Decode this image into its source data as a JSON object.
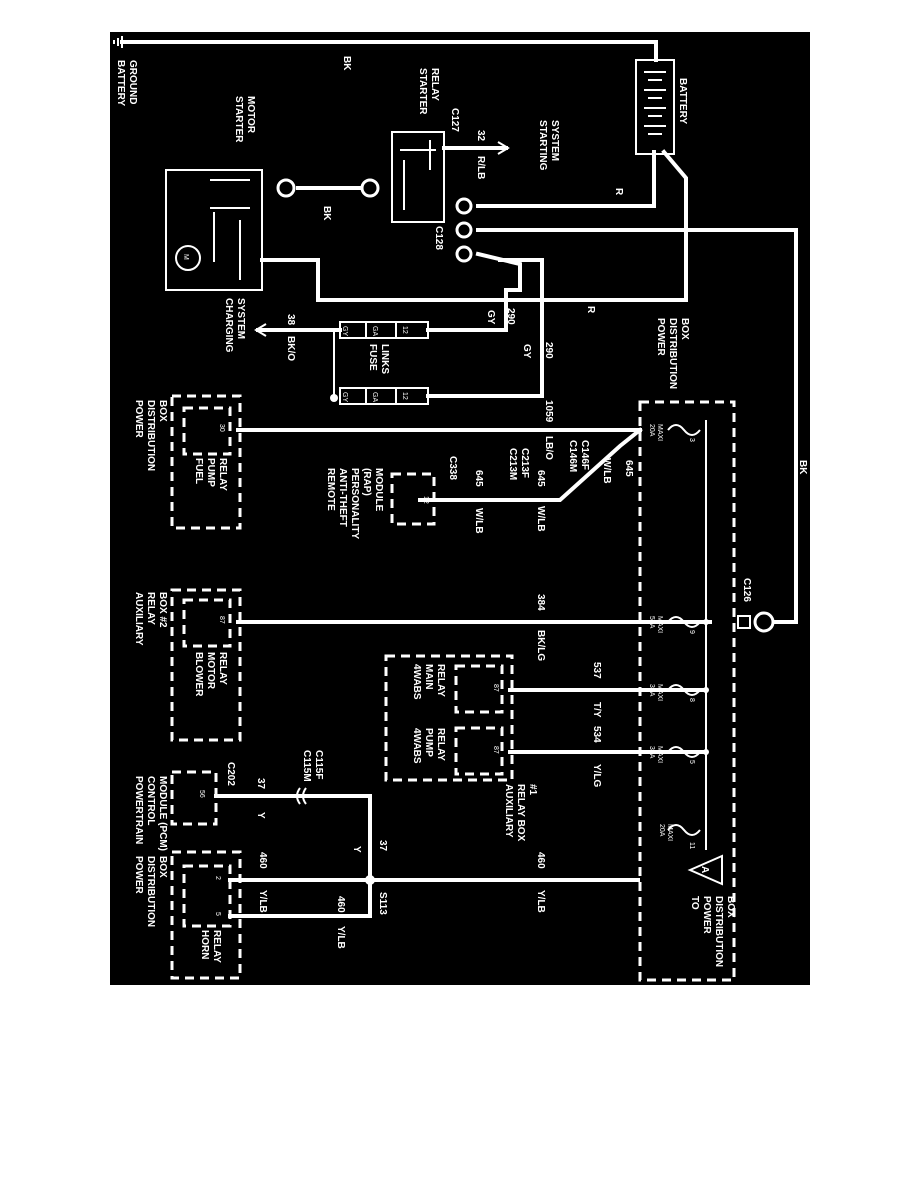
{
  "labels": {
    "battery_ground": [
      "BATTERY",
      "GROUND"
    ],
    "battery": "BATTERY",
    "bk_top": "BK",
    "starter_relay": [
      "STARTER",
      "RELAY"
    ],
    "starting_system": [
      "STARTING",
      "SYSTEM"
    ],
    "starter_motor": [
      "STARTER",
      "MOTOR"
    ],
    "c127": "C127",
    "w32": "32",
    "rlb": "R/LB",
    "r_upper": "R",
    "bk_starter": "BK",
    "c128": "C128",
    "r_lower": "R",
    "charging_system": [
      "CHARGING",
      "SYSTEM"
    ],
    "w38": "38",
    "bko": "BK/O",
    "gy_a": "GY",
    "ga_a": "GA",
    "n12_a": "12",
    "w290_a": "290",
    "gy_w1": "GY",
    "fuse_links": [
      "FUSE",
      "LINKS"
    ],
    "w290_b": "290",
    "gy_w2": "GY",
    "gy_b": "GY",
    "ga_b": "GA",
    "n12_b": "12",
    "pdb_top": [
      "POWER",
      "DISTRIBUTION",
      "BOX"
    ],
    "bk_right": "BK",
    "pdb_left": [
      "POWER",
      "DISTRIBUTION",
      "BOX"
    ],
    "pin30": "30",
    "fuel_pump_relay": [
      "FUEL",
      "PUMP",
      "RELAY"
    ],
    "w1059": "1059",
    "lbo": "LB/O",
    "c146m": "C146M",
    "c146f": "C146F",
    "wlb_a": "W/LB",
    "w645_a": "645",
    "c213m": "C213M",
    "c213f": "C213F",
    "w645_b": "645",
    "wlb_b": "W/LB",
    "c338": "C338",
    "w645_c": "645",
    "wlb_c": "W/LB",
    "pin12": "12",
    "rap_module": [
      "REMOTE",
      "ANTI-THEFT",
      "PERSONALITY",
      "(RAP)",
      "MODULE"
    ],
    "fuse3": [
      "20A",
      "MAXI"
    ],
    "fuse3_num": "3",
    "aux_relay_box2": [
      "AUXILIARY",
      "RELAY",
      "BOX #2"
    ],
    "pin87_a": "87",
    "blower_motor_relay": [
      "BLOWER",
      "MOTOR",
      "RELAY"
    ],
    "w384": "384",
    "bklg": "BK/LG",
    "fuse9": [
      "50A",
      "MAXI"
    ],
    "fuse9_num": "9",
    "c126": "C126",
    "w537": "537",
    "ty": "T/Y",
    "pin87_b": "87",
    "abs_main_relay": [
      "4WABS",
      "MAIN",
      "RELAY"
    ],
    "fuse8": [
      "30A",
      "MAXI"
    ],
    "fuse8_num": "8",
    "w534": "534",
    "ylg": "Y/LG",
    "pin87_c": "87",
    "abs_pump_relay": [
      "4WABS",
      "PUMP",
      "RELAY"
    ],
    "fuse5": [
      "30A",
      "MAXI"
    ],
    "fuse5_num": "5",
    "aux_relay_box1": [
      "AUXILIARY",
      "RELAY BOX",
      "#1"
    ],
    "c115m": "C115M",
    "c115f": "C115F",
    "c202": "C202",
    "w37_a": "37",
    "y_a": "Y",
    "pin56": "56",
    "pcm": [
      "POWERTRAIN",
      "CONTROL",
      "MODULE (PCM)"
    ],
    "w37_b": "37",
    "y_b": "Y",
    "w460_a": "460",
    "ylb_a": "Y/LB",
    "fuse11": [
      "20A",
      "MAXI"
    ],
    "fuse11_num": "11",
    "w460_b": "460",
    "ylb_b": "Y/LB",
    "w460_c": "460",
    "ylb_c": "Y/LB",
    "s113": "S113",
    "pin2": "2",
    "pin5": "5",
    "horn_relay": [
      "HORN",
      "RELAY"
    ],
    "pdb_bottom": [
      "POWER",
      "DISTRIBUTION",
      "BOX"
    ],
    "to_pdb": [
      "TO",
      "POWER",
      "DISTRIBUTION",
      "BOX"
    ],
    "connector_a": "A",
    "motor_m": "M"
  },
  "colors": {
    "background": "#000000",
    "page": "#ffffff",
    "line": "#ffffff"
  }
}
